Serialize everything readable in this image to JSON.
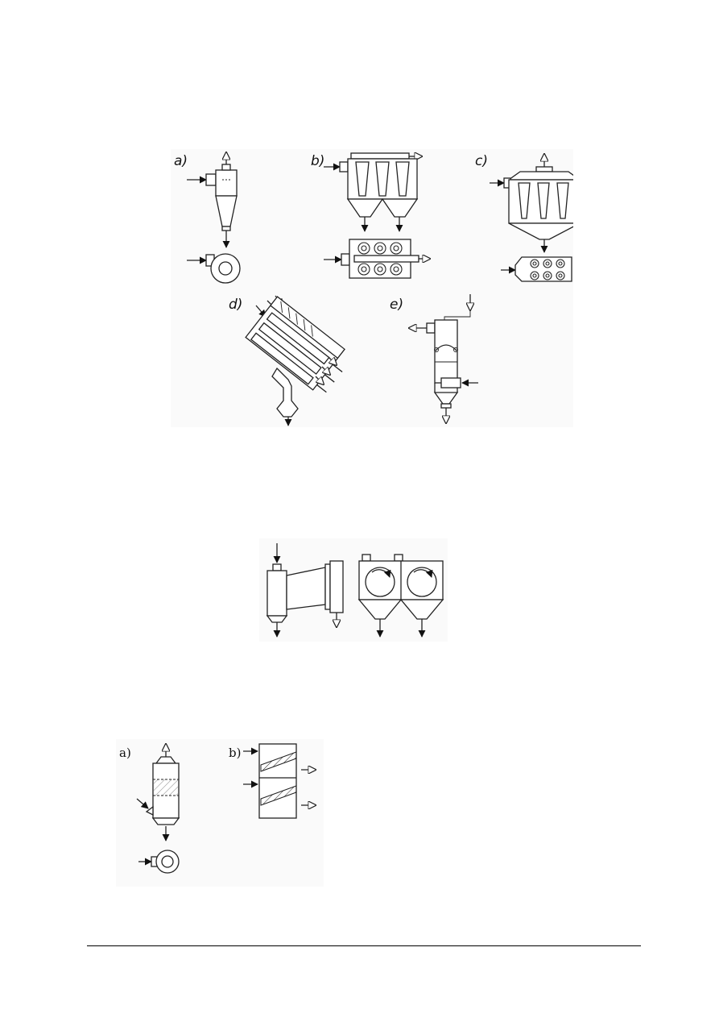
{
  "figure_1": {
    "labels": {
      "a": "a)",
      "b": "b)",
      "c": "c)",
      "d": "d)",
      "e": "e)"
    }
  },
  "figure_2": {},
  "figure_3": {
    "labels": {
      "a": "a)",
      "b": "b)"
    }
  },
  "colors": {
    "ink": "#222222",
    "background": "#ffffff",
    "panel_tint": "#fafafa"
  }
}
